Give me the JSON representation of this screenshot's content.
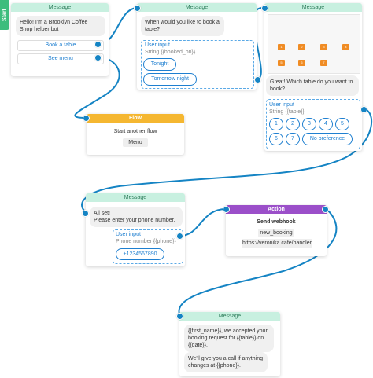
{
  "start": {
    "label": "Start"
  },
  "headers": {
    "message": "Message",
    "flow": "Flow",
    "action": "Action"
  },
  "greeting_node": {
    "text": "Hello! I'm a Brooklyn Coffee Shop helper bot",
    "buttons": [
      "Book a table",
      "See menu"
    ]
  },
  "when_node": {
    "text": "When would you like to book a table?",
    "user_input": {
      "title": "User input",
      "variable": "String {{booked_on}}",
      "options": [
        "Tonight",
        "Tomorrow night"
      ]
    }
  },
  "table_node": {
    "table_numbers": [
      "1",
      "2",
      "3",
      "4",
      "5",
      "6",
      "7"
    ],
    "text": "Great! Which table do you want to book?",
    "user_input": {
      "title": "User input",
      "variable": "String {{table}}",
      "options": [
        "1",
        "2",
        "3",
        "4",
        "5",
        "6",
        "7",
        "No preference"
      ]
    }
  },
  "flow_node": {
    "text": "Start another flow",
    "button": "Menu"
  },
  "phone_node": {
    "text": "All set!\nPlease enter your phone number.",
    "user_input": {
      "title": "User input",
      "variable": "Phone number {{phone}}",
      "options": [
        "+1234567890"
      ]
    }
  },
  "action_node": {
    "title": "Send webhook",
    "tags": [
      "new_booking",
      "https://veronika.cafe/handler"
    ]
  },
  "final_node": {
    "text_1": "{{first_name}}, we accepted your booking request for {{table}} on {{date}}.",
    "text_2": "We'll give you a call if anything changes at {{phone}}."
  },
  "colors": {
    "message_header": "#c8f0e0",
    "flow_header": "#f5b731",
    "action_header": "#9b4fc9",
    "accent": "#1e7fd0",
    "connector": "#1584c4",
    "start": "#3dbd7d"
  }
}
